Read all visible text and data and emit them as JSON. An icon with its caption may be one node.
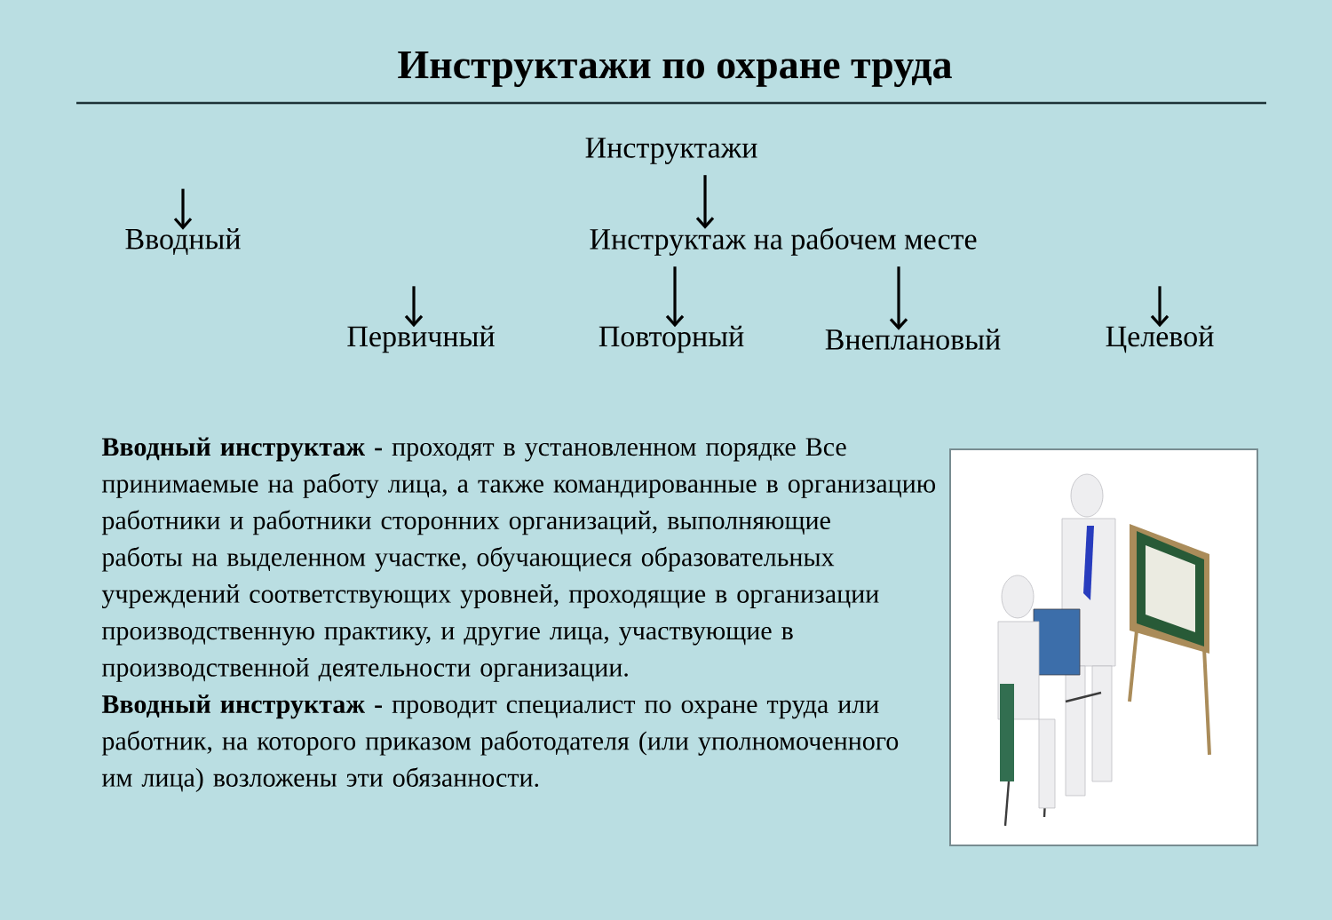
{
  "diagram": {
    "title": "Инструктажи по охране труда",
    "nodes": [
      {
        "text": [
          "Инструктажи"
        ]
      },
      {
        "text": [
          "Вводный"
        ]
      },
      {
        "text": [
          "Инструктаж на рабочем месте"
        ]
      },
      {
        "text": [
          "Первичный"
        ]
      },
      {
        "text": [
          "Повторный"
        ]
      },
      {
        "text": [
          "Внеплановый"
        ]
      },
      {
        "text": [
          "Целевой"
        ]
      }
    ],
    "edges": [
      {
        "from": null,
        "to": 1,
        "arrow": "to"
      },
      {
        "from": 0,
        "to": 2,
        "arrow": "to"
      },
      {
        "from": null,
        "to": 3,
        "arrow": "to"
      },
      {
        "from": 2,
        "to": 4,
        "arrow": "to"
      },
      {
        "from": 2,
        "to": 5,
        "arrow": "to"
      },
      {
        "from": null,
        "to": 6,
        "arrow": "to"
      }
    ],
    "labels": [
      "**Вводный инструктаж -** проходят в установленном порядке Все принимаемые на работу лица, а также командированные в организацию работники и работники сторонних организаций, выполняющие работы на выделенном участке, обучающиеся образовательных учреждений соответствующих уровней, проходящие в организации производственную практику, и другие лица, участвующие в производственной деятельности организации.",
      "**Вводный инструктаж -** проводит специалист по охране труда или работник, на которого приказом работодателя (или уполномоченного им лица) возложены эти обязанности."
    ]
  }
}
